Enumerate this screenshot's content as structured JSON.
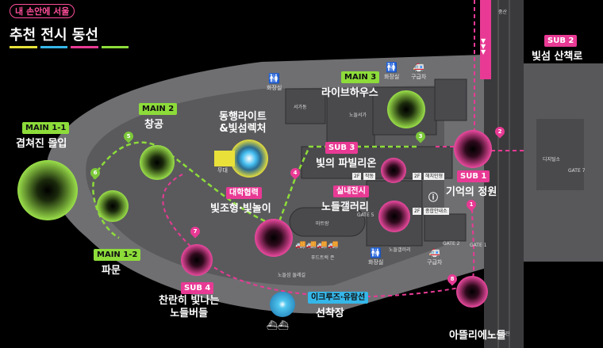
{
  "header": {
    "logo_text": "내 손안에 서울",
    "title": "추천 전시 동선",
    "accent_colors": [
      "#e7e23a",
      "#35b6e8",
      "#e83a94",
      "#8ddc3a"
    ]
  },
  "colors": {
    "main_zone": "#8ddc3a",
    "sub_zone": "#e83a94",
    "lake": "#35b6e8",
    "route_main": "#8ddc3a",
    "route_sub": "#e83a94",
    "ground": "#6f6f72",
    "road": "#3a3a3c"
  },
  "zones": {
    "main1_1": {
      "tag": "MAIN 1-1",
      "name": "겹쳐진 몰입"
    },
    "main1_2": {
      "tag": "MAIN 1-2",
      "name": "파문"
    },
    "main2": {
      "tag": "MAIN 2",
      "name": "창공"
    },
    "main3": {
      "tag": "MAIN 3",
      "name": "라이브하우스"
    },
    "sub1": {
      "tag": "SUB 1",
      "name": "기억의 정원"
    },
    "sub2": {
      "tag": "SUB 2",
      "name": "빛섬 산책로"
    },
    "sub3": {
      "tag": "SUB 3",
      "name": "빛의 파빌리온"
    },
    "sub4": {
      "tag": "SUB 4",
      "name": "찬란히 빛나는\n노들버들"
    },
    "indoor": {
      "tag": "실내전시",
      "name": "노들갤러리"
    },
    "college": {
      "tag": "대학협력",
      "name": "빛조형·빛놀이"
    },
    "cruise": {
      "tag": "이크루즈·유람선",
      "name": "선착장"
    },
    "lecture": {
      "name": "동행라이트\n&빛섬렉처"
    },
    "atteulie": {
      "name": "아뜰리에노들"
    }
  },
  "facilities": {
    "restroom1": "화장실",
    "restroom2": "화장실",
    "restroom3": "화장실",
    "ambulance1": "구급차",
    "ambulance2": "구급차",
    "stage": "무대",
    "martbang": "마트랑",
    "foodtruck": "푸드트럭 존",
    "info_center": "종합안내소",
    "haechi_doll": "해치인형",
    "studio": "작동",
    "gallery1": "노들서가",
    "gallery2": "서가동",
    "gallery3": "노들갤러리",
    "gallery4": "디지털소",
    "gate5": "GATE 5",
    "gate7": "GATE 7",
    "gate2": "GATE 2",
    "gate1": "GATE 1",
    "floor2a": "2F",
    "floor2b": "2F",
    "floor2c": "2F",
    "road_label_top": "중산",
    "road_label_bottom": "노량진",
    "road_path": "노들섬 둘레길"
  },
  "route_markers": [
    "1",
    "2",
    "3",
    "4",
    "5",
    "6",
    "7",
    "8"
  ]
}
